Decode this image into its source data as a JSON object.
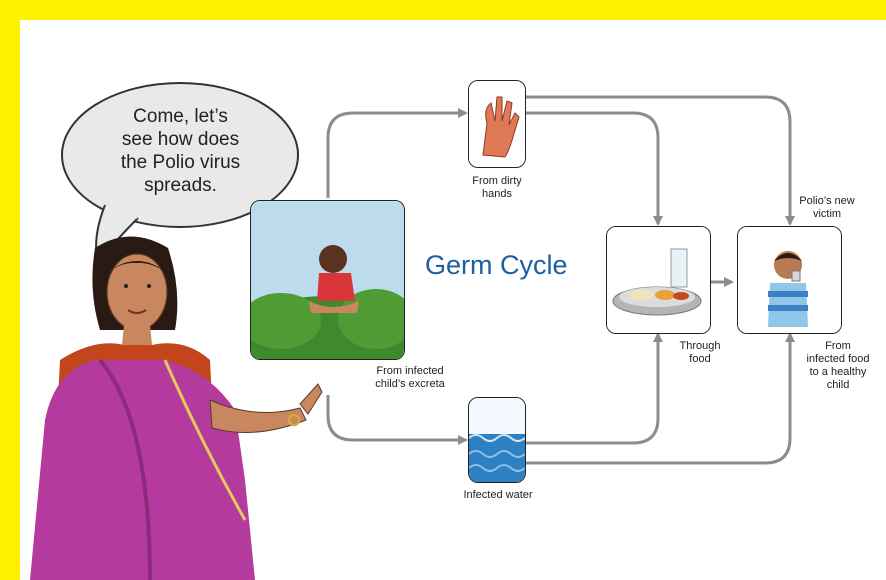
{
  "title": "Germ Cycle",
  "speech": {
    "lines": [
      "Come, let’s",
      "see how does",
      "the Polio virus",
      "spreads."
    ]
  },
  "nodes": {
    "excreta": {
      "caption_lines": [
        "From infected",
        "child’s excreta"
      ]
    },
    "hands": {
      "caption_lines": [
        "From dirty",
        "hands"
      ]
    },
    "water": {
      "caption_lines": [
        "Infected water"
      ]
    },
    "food": {
      "caption_lines": [
        "Through",
        "food"
      ]
    },
    "victim": {
      "top_caption_lines": [
        "Polio’s new",
        "victim"
      ],
      "bottom_caption_lines": [
        "From",
        "infected food",
        "to a healthy",
        "child"
      ]
    }
  },
  "colors": {
    "frame": "#fff200",
    "title": "#1d5fa0",
    "arrow": "#8c8c8c",
    "saree": "#b43a9e"
  }
}
